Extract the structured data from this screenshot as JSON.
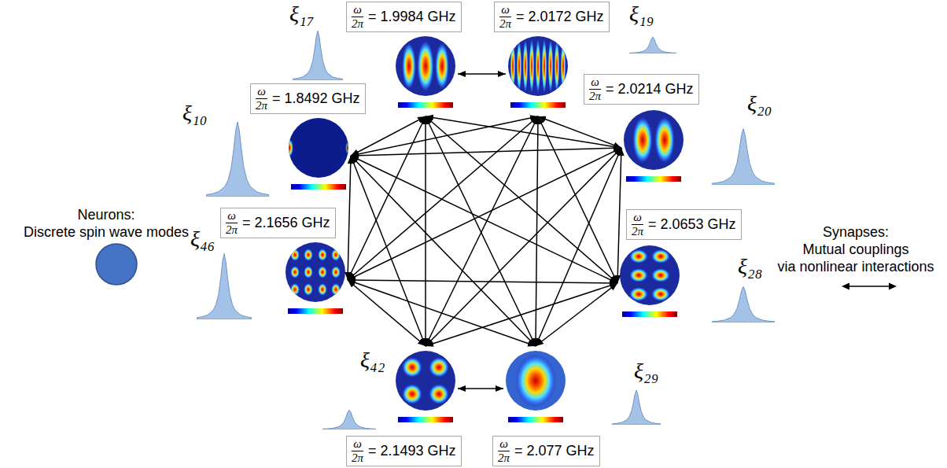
{
  "diagram": {
    "nodes": [
      {
        "text": [
          "ξ₁₇",
          "ω",
          "2π",
          "= 1.9984 GHz"
        ]
      },
      {
        "text": [
          "ξ₁₉",
          "ω",
          "2π",
          "= 2.0172 GHz"
        ]
      },
      {
        "text": [
          "ξ₁₀",
          "ω",
          "2π",
          "= 1.8492 GHz"
        ]
      },
      {
        "text": [
          "ξ₂₀",
          "ω",
          "2π",
          "= 2.0214 GHz"
        ]
      },
      {
        "text": [
          "ξ₄₆",
          "ω",
          "2π",
          "= 2.1656 GHz"
        ]
      },
      {
        "text": [
          "ξ₂₈",
          "ω",
          "2π",
          "= 2.0653 GHz"
        ]
      },
      {
        "text": [
          "ξ₄₂",
          "ω",
          "2π",
          "= 2.1493 GHz"
        ]
      },
      {
        "text": [
          "ξ₂₉",
          "ω",
          "2π",
          "= 2.077 GHz"
        ]
      }
    ],
    "edges": [
      {
        "from": 0,
        "to": 1,
        "arrow": "both"
      },
      {
        "from": 0,
        "to": 2,
        "arrow": "both"
      },
      {
        "from": 0,
        "to": 3,
        "arrow": "both"
      },
      {
        "from": 0,
        "to": 4,
        "arrow": "both"
      },
      {
        "from": 0,
        "to": 5,
        "arrow": "both"
      },
      {
        "from": 0,
        "to": 6,
        "arrow": "both"
      },
      {
        "from": 0,
        "to": 7,
        "arrow": "both"
      },
      {
        "from": 1,
        "to": 2,
        "arrow": "both"
      },
      {
        "from": 1,
        "to": 3,
        "arrow": "both"
      },
      {
        "from": 1,
        "to": 4,
        "arrow": "both"
      },
      {
        "from": 1,
        "to": 5,
        "arrow": "both"
      },
      {
        "from": 1,
        "to": 6,
        "arrow": "both"
      },
      {
        "from": 1,
        "to": 7,
        "arrow": "both"
      },
      {
        "from": 2,
        "to": 3,
        "arrow": "both"
      },
      {
        "from": 2,
        "to": 4,
        "arrow": "both"
      },
      {
        "from": 2,
        "to": 5,
        "arrow": "both"
      },
      {
        "from": 2,
        "to": 6,
        "arrow": "both"
      },
      {
        "from": 2,
        "to": 7,
        "arrow": "both"
      },
      {
        "from": 3,
        "to": 4,
        "arrow": "both"
      },
      {
        "from": 3,
        "to": 5,
        "arrow": "both"
      },
      {
        "from": 3,
        "to": 6,
        "arrow": "both"
      },
      {
        "from": 3,
        "to": 7,
        "arrow": "both"
      },
      {
        "from": 4,
        "to": 5,
        "arrow": "both"
      },
      {
        "from": 4,
        "to": 6,
        "arrow": "both"
      },
      {
        "from": 4,
        "to": 7,
        "arrow": "both"
      },
      {
        "from": 5,
        "to": 6,
        "arrow": "both"
      },
      {
        "from": 5,
        "to": 7,
        "arrow": "both"
      },
      {
        "from": 6,
        "to": 7,
        "arrow": "both"
      }
    ],
    "labels": [
      "Neurons:",
      "Discrete spin wave modes",
      "Synapses:",
      "Mutual couplings",
      "via nonlinear interactions"
    ]
  }
}
